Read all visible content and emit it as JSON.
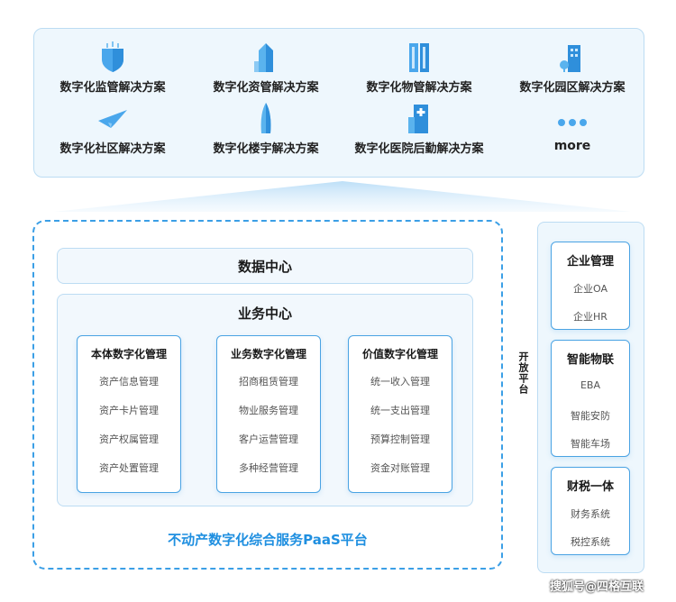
{
  "solutions": [
    {
      "label": "数字化监管解决方案",
      "icon": "shield-icon"
    },
    {
      "label": "数字化资管解决方案",
      "icon": "building-icon"
    },
    {
      "label": "数字化物管解决方案",
      "icon": "twin-tower-icon"
    },
    {
      "label": "数字化园区解决方案",
      "icon": "park-icon"
    },
    {
      "label": "数字化社区解决方案",
      "icon": "paper-plane-icon"
    },
    {
      "label": "数字化楼宇解决方案",
      "icon": "skyscraper-icon"
    },
    {
      "label": "数字化医院后勤解决方案",
      "icon": "hospital-icon"
    },
    {
      "label": "more",
      "icon": "more-dots-icon"
    }
  ],
  "data_center": {
    "title": "数据中心"
  },
  "business_center": {
    "title": "业务中心",
    "modules": [
      {
        "title": "本体数字化管理",
        "items": [
          "资产信息管理",
          "资产卡片管理",
          "资产权属管理",
          "资产处置管理"
        ]
      },
      {
        "title": "业务数字化管理",
        "items": [
          "招商租赁管理",
          "物业服务管理",
          "客户运营管理",
          "多种经营管理"
        ]
      },
      {
        "title": "价值数字化管理",
        "items": [
          "统一收入管理",
          "统一支出管理",
          "预算控制管理",
          "资金对账管理"
        ]
      }
    ]
  },
  "platform_name": "不动产数字化综合服务PaaS平台",
  "open_platform": {
    "label": "开放平台",
    "groups": [
      {
        "title": "企业管理",
        "items": [
          "企业OA",
          "企业HR"
        ]
      },
      {
        "title": "智能物联",
        "items": [
          "EBA",
          "智能安防",
          "智能车场"
        ]
      },
      {
        "title": "财税一体",
        "items": [
          "财务系统",
          "税控系统"
        ]
      }
    ]
  },
  "watermark": "搜狐号@四格互联",
  "colors": {
    "accent": "#1f8fe0",
    "border": "#4aa3e3",
    "panel": "#eef7fd",
    "dashed": "#3b9fe6"
  }
}
